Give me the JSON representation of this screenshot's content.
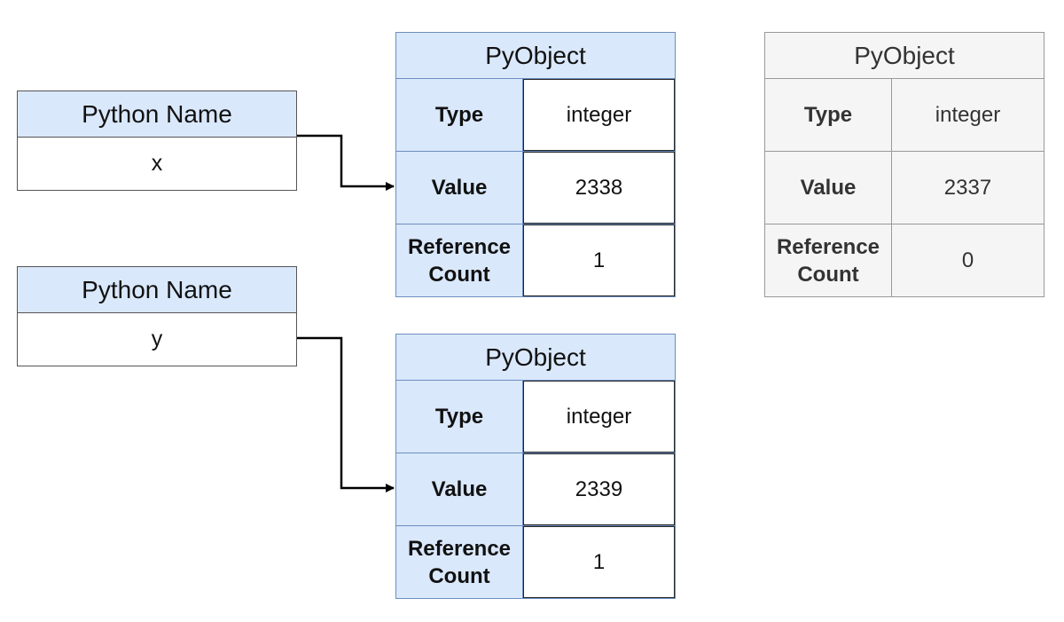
{
  "names": [
    {
      "header": "Python Name",
      "value": "x"
    },
    {
      "header": "Python Name",
      "value": "y"
    }
  ],
  "objects": [
    {
      "title": "PyObject",
      "type_key": "Type",
      "type_val": "integer",
      "value_key": "Value",
      "value_val": "2338",
      "ref_key": "Reference\nCount",
      "ref_val": "1"
    },
    {
      "title": "PyObject",
      "type_key": "Type",
      "type_val": "integer",
      "value_key": "Value",
      "value_val": "2339",
      "ref_key": "Reference\nCount",
      "ref_val": "1"
    },
    {
      "title": "PyObject",
      "type_key": "Type",
      "type_val": "integer",
      "value_key": "Value",
      "value_val": "2337",
      "ref_key": "Reference\nCount",
      "ref_val": "0"
    }
  ],
  "colors": {
    "header_fill": "#dae8fc",
    "header_stroke": "#6c8ebf",
    "garbage_fill": "#f5f5f5",
    "garbage_stroke": "#999999",
    "arrow": "#000000"
  }
}
